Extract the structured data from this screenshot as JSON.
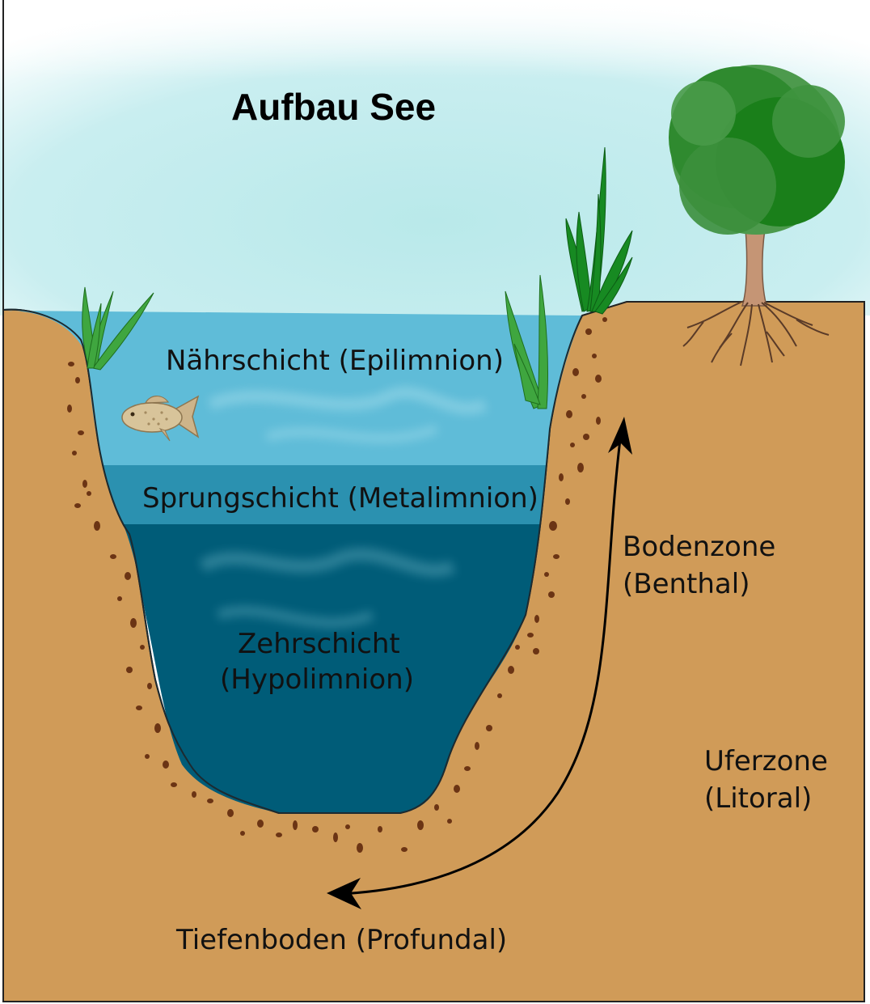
{
  "title": "Aufbau See",
  "labels": {
    "epilimnion": "Nährschicht (Epilimnion)",
    "metalimnion": "Sprungschicht (Metalimnion)",
    "hypolimnion_line1": "Zehrschicht",
    "hypolimnion_line2": "(Hypolimnion)",
    "benthal_line1": "Bodenzone",
    "benthal_line2": "(Benthal)",
    "litoral_line1": "Uferzone",
    "litoral_line2": "(Litoral)",
    "profundal": "Tiefenboden (Profundal)"
  },
  "colors": {
    "ground": "#d09b58",
    "sky": "#c2eceb",
    "water_top": "#5fbcd8",
    "water_middle": "#2b91b0",
    "water_deep": "#005c78",
    "sediment_dots": "#6b3414",
    "tree_crown": "#1a7f1a",
    "trunk": "#c59575",
    "reeds": "#1f8a1f"
  }
}
